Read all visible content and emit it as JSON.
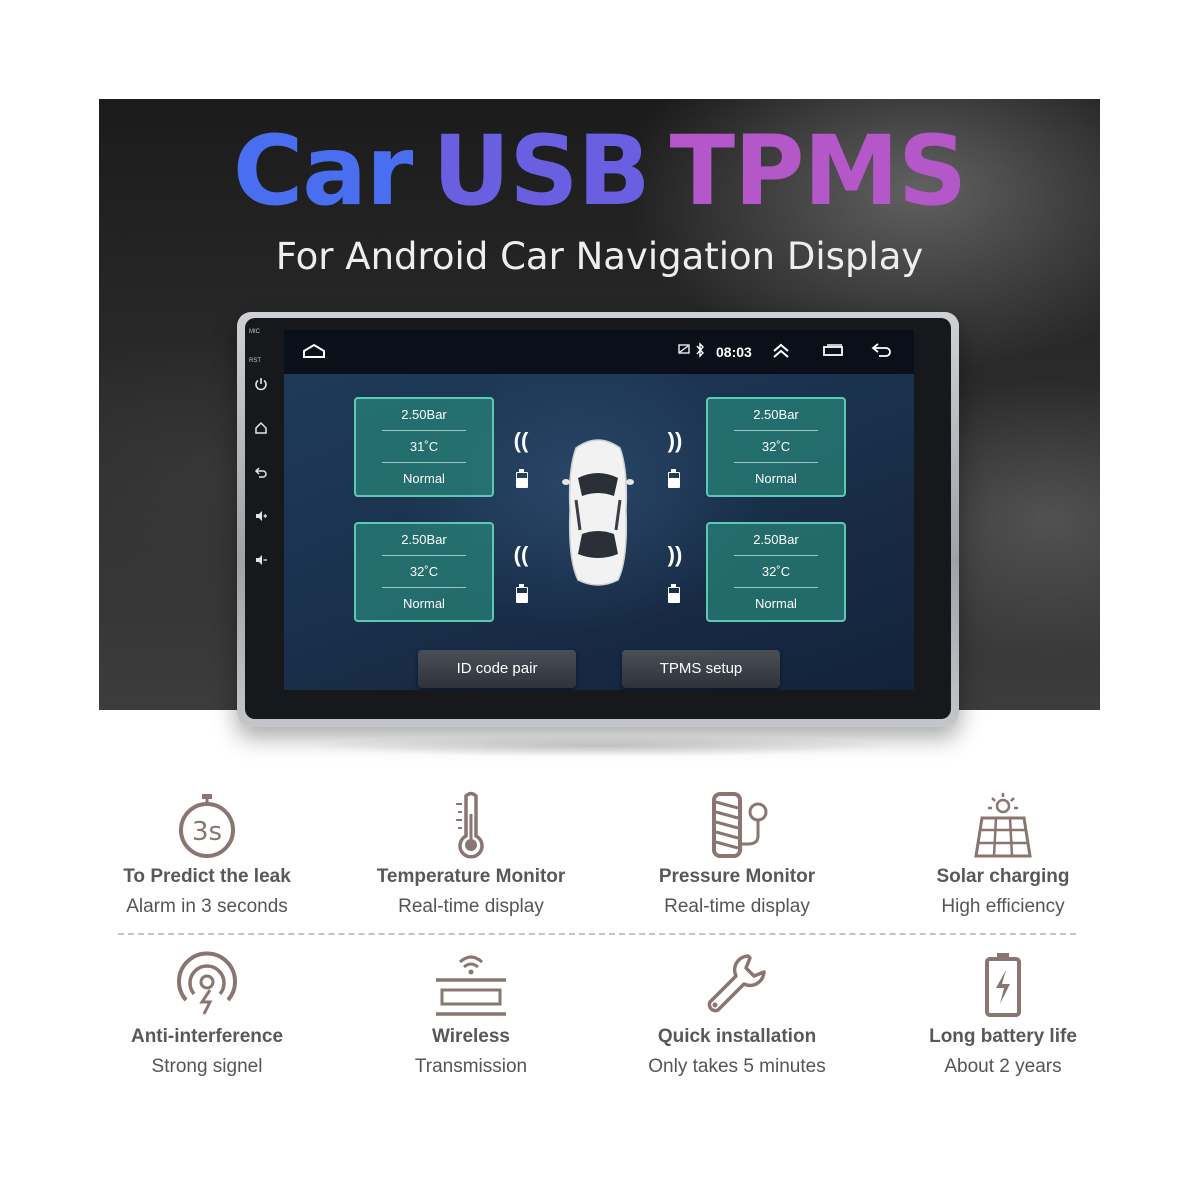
{
  "hero": {
    "title_car": "Car",
    "title_usb": "USB",
    "title_tpms": "TPMS",
    "subtitle": "For Android Car Navigation Display"
  },
  "device": {
    "side_labels": [
      "MIC",
      "RST"
    ],
    "side_icons": [
      "power-icon",
      "home-icon",
      "back-icon",
      "volume-up-icon",
      "volume-down-icon"
    ]
  },
  "screen": {
    "status": {
      "time": "08:03",
      "icons": [
        "home-outline-icon",
        "sim-icon",
        "bluetooth-icon",
        "double-chevron-up-icon",
        "recent-apps-icon",
        "back-arrow-icon"
      ]
    },
    "tires": [
      {
        "pressure": "2.50Bar",
        "temperature": "31˚C",
        "status": "Normal"
      },
      {
        "pressure": "2.50Bar",
        "temperature": "32˚C",
        "status": "Normal"
      },
      {
        "pressure": "2.50Bar",
        "temperature": "32˚C",
        "status": "Normal"
      },
      {
        "pressure": "2.50Bar",
        "temperature": "32˚C",
        "status": "Normal"
      }
    ],
    "buttons": {
      "id_pair": "ID code pair",
      "setup": "TPMS setup"
    }
  },
  "features": [
    {
      "title": "To Predict the leak",
      "subtitle": "Alarm in 3 seconds",
      "icon": "stopwatch-icon",
      "icon_text": "3s"
    },
    {
      "title": "Temperature Monitor",
      "subtitle": "Real-time display",
      "icon": "thermometer-icon"
    },
    {
      "title": "Pressure Monitor",
      "subtitle": "Real-time display",
      "icon": "tire-gauge-icon"
    },
    {
      "title": "Solar charging",
      "subtitle": "High efficiency",
      "icon": "solar-panel-icon"
    },
    {
      "title": "Anti-interference",
      "subtitle": "Strong signel",
      "icon": "shield-signal-icon"
    },
    {
      "title": "Wireless",
      "subtitle": "Transmission",
      "icon": "wireless-device-icon"
    },
    {
      "title": "Quick installation",
      "subtitle": "Only takes 5 minutes",
      "icon": "wrench-icon"
    },
    {
      "title": "Long battery life",
      "subtitle": "About 2 years",
      "icon": "battery-icon"
    }
  ],
  "colors": {
    "car": "#4a6ef0",
    "usb": "#6a5fe0",
    "tpms": "#b457c8",
    "tire_card": "#2e8c80",
    "tire_border": "#5cc9b4",
    "feature_icon": "#8a7570"
  }
}
